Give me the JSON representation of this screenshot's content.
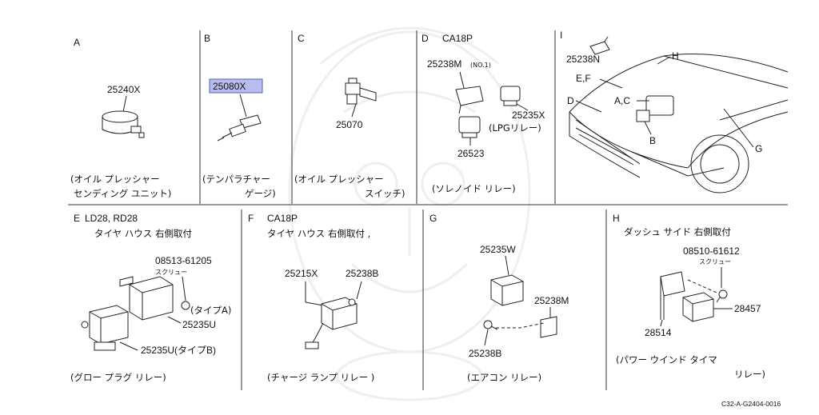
{
  "panels": [
    {
      "letter": "A",
      "parts": [
        "25240X"
      ],
      "desc": [
        "(オイル プレッシャー",
        "センディング ユニット)"
      ]
    },
    {
      "letter": "B",
      "parts": [
        "25080X"
      ],
      "desc": [
        "(テンパラチャー",
        "ゲージ)"
      ]
    },
    {
      "letter": "C",
      "parts": [
        "25070"
      ],
      "desc": [
        "(オイル プレッシャー",
        "スイッチ)"
      ]
    },
    {
      "letter": "D",
      "header": "CA18P",
      "parts": [
        "25238M",
        "(NO.1)",
        "25235X",
        "(LPGリレー)",
        "26523"
      ],
      "desc": [
        "(ソレノイド リレー)"
      ]
    },
    {
      "letter": "I",
      "parts": [
        "25238N"
      ],
      "car_labels": [
        "H",
        "E,F",
        "D",
        "A,C",
        "B",
        "G"
      ]
    },
    {
      "letter": "E",
      "header": "LD28, RD28",
      "subheader": "タイヤ ハウス 右側取付",
      "parts": [
        "08513-61205",
        "スクリュー",
        "(タイプA)",
        "25235U",
        "25235U(タイプB)"
      ],
      "desc": [
        "(グロー プラグ リレー)"
      ]
    },
    {
      "letter": "F",
      "header": "CA18P",
      "subheader": "タイヤ ハウス 右側取付 ,",
      "parts": [
        "25215X",
        "25238B"
      ],
      "desc": [
        "(チャージ ランプ リレー )"
      ]
    },
    {
      "letter": "G",
      "parts": [
        "25235W",
        "25238M",
        "25238B"
      ],
      "desc": [
        "(エアコン リレー)"
      ]
    },
    {
      "letter": "H",
      "subheader": "ダッシュ サイド 右側取付",
      "parts": [
        "08510-61612",
        "スクリュー",
        "28457",
        "28514"
      ],
      "desc": [
        "(パワー ウインド タイマ",
        "リレー)"
      ]
    }
  ],
  "highlight_color": "#b8bcee",
  "footer_code": "C32-A-G2404-0016"
}
